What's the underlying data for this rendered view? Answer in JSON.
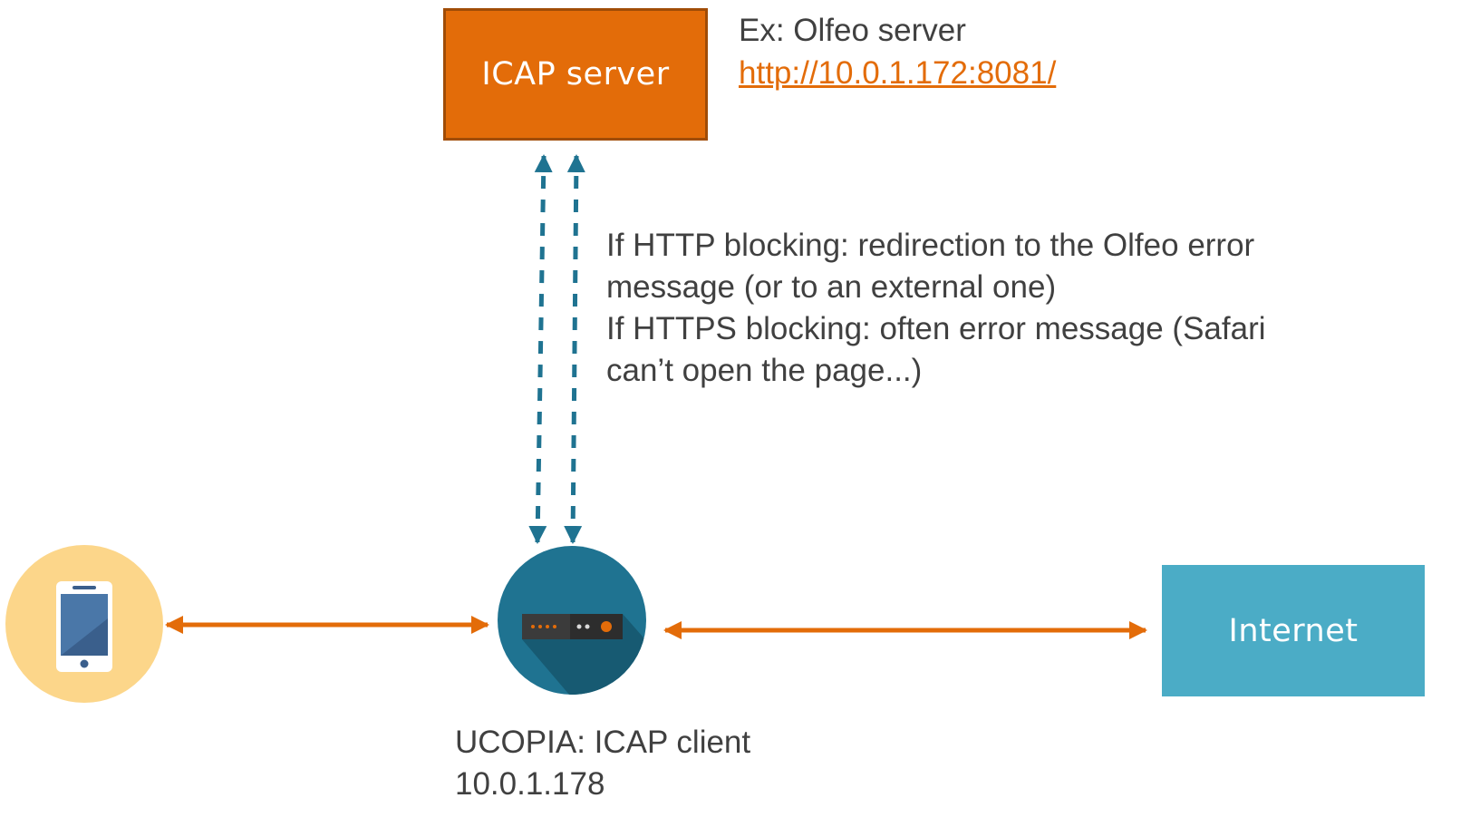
{
  "nodes": {
    "icap_server": {
      "label": "ICAP server"
    },
    "internet": {
      "label": "Internet"
    },
    "client": {
      "line1": "UCOPIA: ICAP client",
      "line2": "10.0.1.178"
    }
  },
  "example": {
    "label": "Ex: Olfeo server",
    "link": "http://10.0.1.172:8081/"
  },
  "note": {
    "lines": [
      "If HTTP blocking: redirection to the Olfeo error",
      "message (or to an external one)",
      "If HTTPS blocking: often error message (Safari",
      "can’t open the page...)"
    ]
  },
  "icons": {
    "device": "smartphone-icon",
    "gateway": "gateway-appliance-icon"
  },
  "colors": {
    "orange": "#e36c09",
    "orange_border": "#a04c07",
    "teal_arrow": "#1f7391",
    "internet": "#4bacc6",
    "phone_circle": "#fcd68a",
    "gateway_circle": "#1f7391",
    "text": "#404040"
  }
}
